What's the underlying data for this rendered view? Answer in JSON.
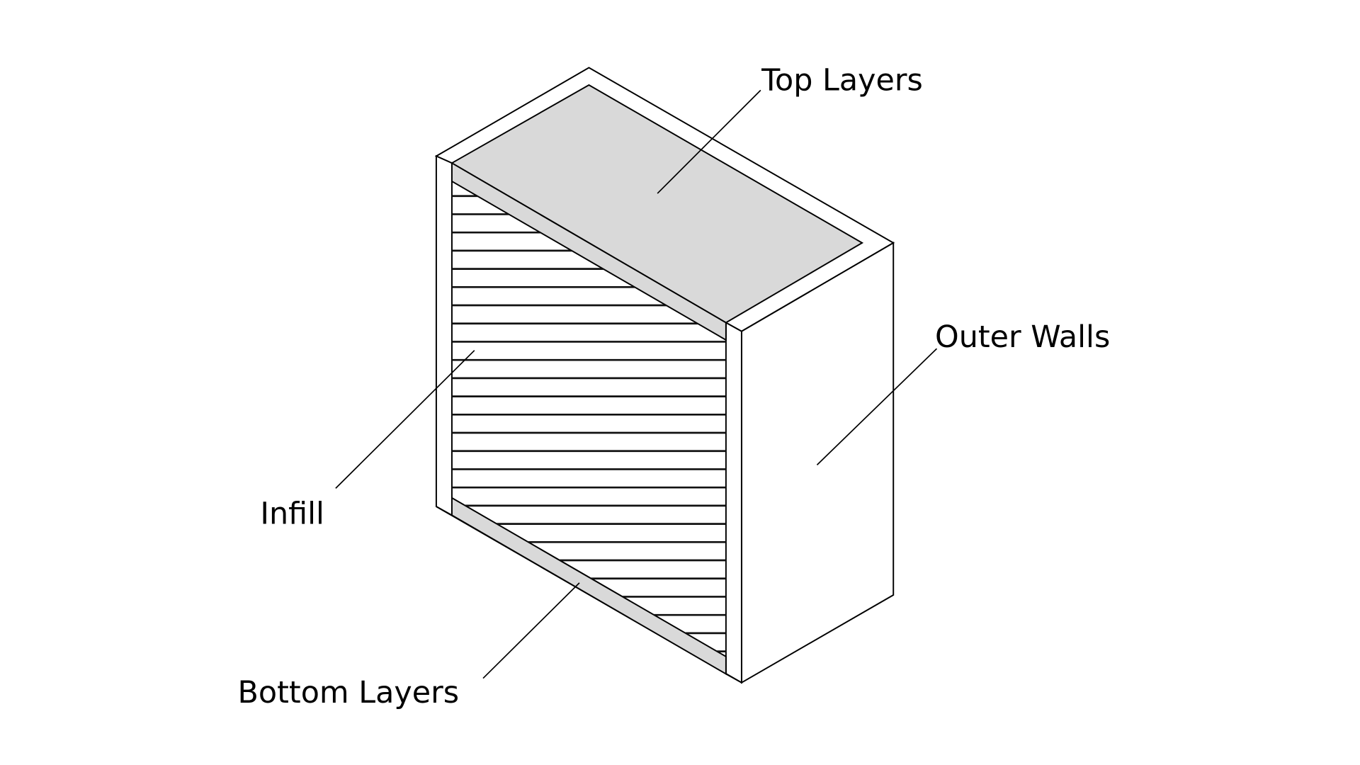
{
  "diagram": {
    "labels": {
      "top_layers": "Top Layers",
      "outer_walls": "Outer Walls",
      "infill": "Infill",
      "bottom_layers": "Bottom Layers"
    },
    "colors": {
      "stroke": "#000000",
      "layer_fill": "#d9d9d9",
      "background": "#ffffff"
    }
  }
}
